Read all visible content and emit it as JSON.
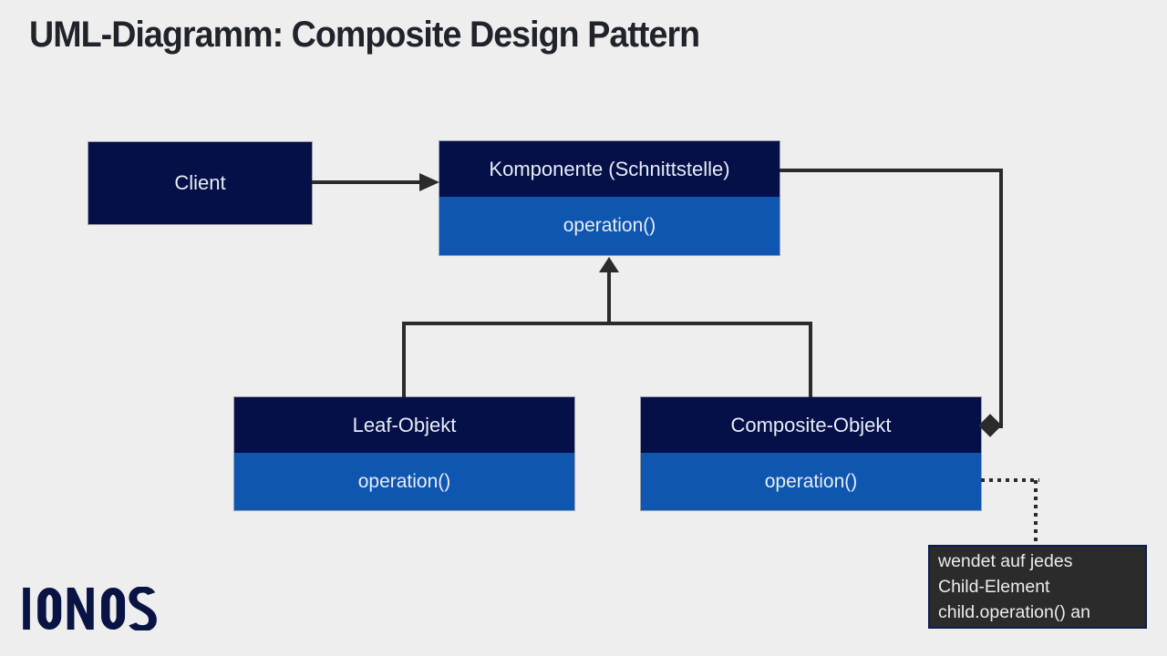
{
  "page": {
    "title": "UML-Diagramm: Composite Design Pattern"
  },
  "diagram": {
    "client": {
      "label": "Client"
    },
    "component": {
      "title": "Komponente (Schnittstelle)",
      "operation": "operation()"
    },
    "leaf": {
      "title": "Leaf-Objekt",
      "operation": "operation()"
    },
    "composite": {
      "title": "Composite-Objekt",
      "operation": "operation()"
    },
    "note": {
      "text": "wendet auf jedes\nChild-Element\nchild.operation() an"
    },
    "connectors": {
      "client_to_component": "association-arrow",
      "leaf_to_component": "generalization-arrow",
      "composite_to_component": "generalization-arrow",
      "component_aggregated_by_composite": "aggregation-diamond",
      "composite_to_note": "dashed-note-link"
    }
  },
  "branding": {
    "logo_text": "IONOS"
  },
  "colors": {
    "background": "#eeeeee",
    "box_header_navy": "#041047",
    "box_body_blue": "#0e56b0",
    "connector_dark": "#2b2b2b",
    "note_background": "#2b2b2b",
    "note_border_navy": "#0c1c50",
    "light_text": "#e8ecf6",
    "title_text": "#20242a",
    "logo_navy": "#0a1444"
  }
}
